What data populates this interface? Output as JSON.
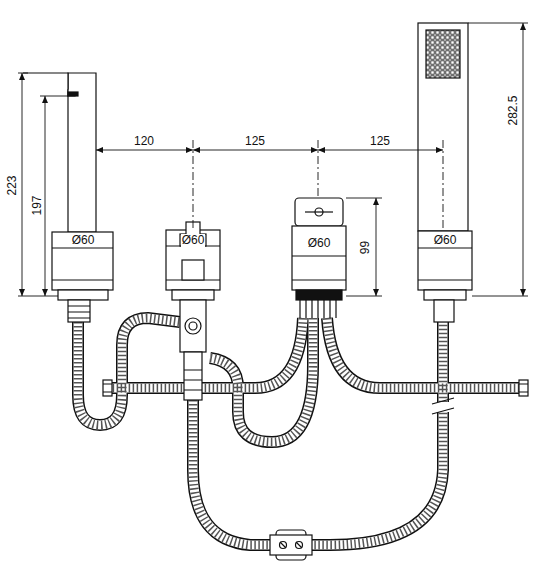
{
  "diagram": {
    "labels": [
      "223",
      "197",
      "120",
      "125",
      "125",
      "Ø60",
      "Ø60",
      "Ø60",
      "Ø60",
      "99",
      "282.5"
    ]
  }
}
